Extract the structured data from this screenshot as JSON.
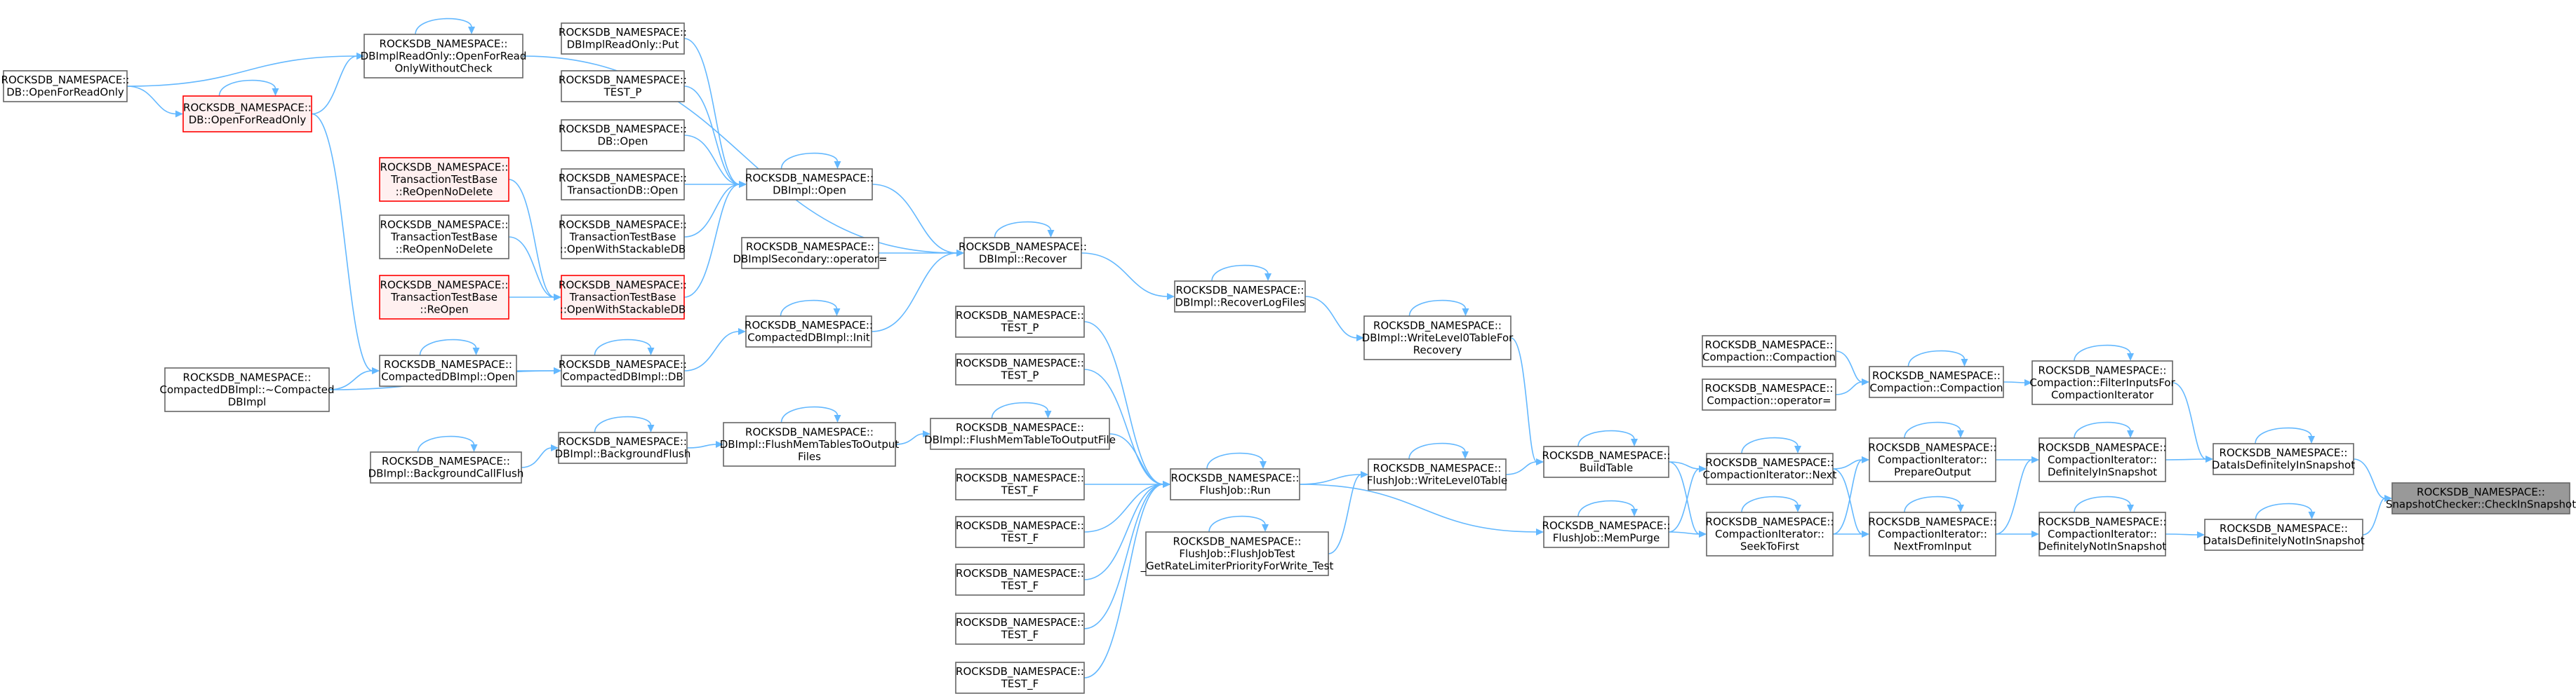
{
  "colors": {
    "edge": "#63b8ff",
    "normal_fill": "#ffffff",
    "normal_stroke": "#666666",
    "truncated_fill": "#fff0f0",
    "truncated_stroke": "#ff0000",
    "root_fill": "#999999",
    "root_stroke": "#666666"
  },
  "nodes": [
    {
      "id": "n1",
      "kind": "normal",
      "lines": [
        "ROCKSDB_NAMESPACE::",
        "DB::OpenForReadOnly"
      ]
    },
    {
      "id": "n2",
      "kind": "truncated",
      "lines": [
        "ROCKSDB_NAMESPACE::",
        "DB::OpenForReadOnly"
      ]
    },
    {
      "id": "n3",
      "kind": "normal",
      "lines": [
        "ROCKSDB_NAMESPACE::",
        "DBImplReadOnly::OpenForRead",
        "OnlyWithoutCheck"
      ]
    },
    {
      "id": "n4",
      "kind": "normal",
      "lines": [
        "ROCKSDB_NAMESPACE::",
        "CompactedDBImpl::~Compacted",
        "DBImpl"
      ]
    },
    {
      "id": "n5",
      "kind": "normal",
      "lines": [
        "ROCKSDB_NAMESPACE::",
        "CompactedDBImpl::Open"
      ]
    },
    {
      "id": "n6",
      "kind": "normal",
      "lines": [
        "ROCKSDB_NAMESPACE::",
        "DBImpl::BackgroundCallFlush"
      ]
    },
    {
      "id": "n7",
      "kind": "truncated",
      "lines": [
        "ROCKSDB_NAMESPACE::",
        "TransactionTestBase",
        "::ReOpenNoDelete"
      ]
    },
    {
      "id": "n8",
      "kind": "normal",
      "lines": [
        "ROCKSDB_NAMESPACE::",
        "TransactionTestBase",
        "::ReOpenNoDelete"
      ]
    },
    {
      "id": "n9",
      "kind": "truncated",
      "lines": [
        "ROCKSDB_NAMESPACE::",
        "TransactionTestBase",
        "::ReOpen"
      ]
    },
    {
      "id": "n10",
      "kind": "normal",
      "lines": [
        "ROCKSDB_NAMESPACE::",
        "DBImplReadOnly::Put"
      ]
    },
    {
      "id": "n11",
      "kind": "normal",
      "lines": [
        "ROCKSDB_NAMESPACE::",
        "TEST_P"
      ]
    },
    {
      "id": "n12",
      "kind": "normal",
      "lines": [
        "ROCKSDB_NAMESPACE::",
        "DB::Open"
      ]
    },
    {
      "id": "n13",
      "kind": "normal",
      "lines": [
        "ROCKSDB_NAMESPACE::",
        "TransactionDB::Open"
      ]
    },
    {
      "id": "n14",
      "kind": "normal",
      "lines": [
        "ROCKSDB_NAMESPACE::",
        "TransactionTestBase",
        "::OpenWithStackableDB"
      ]
    },
    {
      "id": "n15",
      "kind": "truncated",
      "lines": [
        "ROCKSDB_NAMESPACE::",
        "TransactionTestBase",
        "::OpenWithStackableDB"
      ]
    },
    {
      "id": "n16",
      "kind": "normal",
      "lines": [
        "ROCKSDB_NAMESPACE::",
        "CompactedDBImpl::DB"
      ]
    },
    {
      "id": "n17",
      "kind": "normal",
      "lines": [
        "ROCKSDB_NAMESPACE::",
        "DBImpl::BackgroundFlush"
      ]
    },
    {
      "id": "n18",
      "kind": "normal",
      "lines": [
        "ROCKSDB_NAMESPACE::",
        "DBImpl::Open"
      ]
    },
    {
      "id": "n19",
      "kind": "normal",
      "lines": [
        "ROCKSDB_NAMESPACE::",
        "DBImplSecondary::operator="
      ]
    },
    {
      "id": "n20",
      "kind": "normal",
      "lines": [
        "ROCKSDB_NAMESPACE::",
        "CompactedDBImpl::Init"
      ]
    },
    {
      "id": "n21",
      "kind": "normal",
      "lines": [
        "ROCKSDB_NAMESPACE::",
        "DBImpl::FlushMemTablesToOutput",
        "Files"
      ]
    },
    {
      "id": "n22",
      "kind": "normal",
      "lines": [
        "ROCKSDB_NAMESPACE::",
        "DBImpl::Recover"
      ]
    },
    {
      "id": "n23",
      "kind": "normal",
      "lines": [
        "ROCKSDB_NAMESPACE::",
        "TEST_P"
      ]
    },
    {
      "id": "n24",
      "kind": "normal",
      "lines": [
        "ROCKSDB_NAMESPACE::",
        "TEST_P"
      ]
    },
    {
      "id": "n25",
      "kind": "normal",
      "lines": [
        "ROCKSDB_NAMESPACE::",
        "DBImpl::FlushMemTableToOutputFile"
      ]
    },
    {
      "id": "n26",
      "kind": "normal",
      "lines": [
        "ROCKSDB_NAMESPACE::",
        "TEST_F"
      ]
    },
    {
      "id": "n27",
      "kind": "normal",
      "lines": [
        "ROCKSDB_NAMESPACE::",
        "TEST_F"
      ]
    },
    {
      "id": "n28",
      "kind": "normal",
      "lines": [
        "ROCKSDB_NAMESPACE::",
        "TEST_F"
      ]
    },
    {
      "id": "n29",
      "kind": "normal",
      "lines": [
        "ROCKSDB_NAMESPACE::",
        "TEST_F"
      ]
    },
    {
      "id": "n30",
      "kind": "normal",
      "lines": [
        "ROCKSDB_NAMESPACE::",
        "TEST_F"
      ]
    },
    {
      "id": "n31",
      "kind": "normal",
      "lines": [
        "ROCKSDB_NAMESPACE::",
        "DBImpl::RecoverLogFiles"
      ]
    },
    {
      "id": "n32",
      "kind": "normal",
      "lines": [
        "ROCKSDB_NAMESPACE::",
        "FlushJob::Run"
      ]
    },
    {
      "id": "n33",
      "kind": "normal",
      "lines": [
        "ROCKSDB_NAMESPACE::",
        "FlushJob::FlushJobTest",
        "_GetRateLimiterPriorityForWrite_Test"
      ]
    },
    {
      "id": "n34",
      "kind": "normal",
      "lines": [
        "ROCKSDB_NAMESPACE::",
        "DBImpl::WriteLevel0TableFor",
        "Recovery"
      ]
    },
    {
      "id": "n35",
      "kind": "normal",
      "lines": [
        "ROCKSDB_NAMESPACE::",
        "FlushJob::WriteLevel0Table"
      ]
    },
    {
      "id": "n36",
      "kind": "normal",
      "lines": [
        "ROCKSDB_NAMESPACE::",
        "BuildTable"
      ]
    },
    {
      "id": "n37",
      "kind": "normal",
      "lines": [
        "ROCKSDB_NAMESPACE::",
        "FlushJob::MemPurge"
      ]
    },
    {
      "id": "n38",
      "kind": "normal",
      "lines": [
        "ROCKSDB_NAMESPACE::",
        "Compaction::Compaction"
      ]
    },
    {
      "id": "n39",
      "kind": "normal",
      "lines": [
        "ROCKSDB_NAMESPACE::",
        "Compaction::operator="
      ]
    },
    {
      "id": "n40",
      "kind": "normal",
      "lines": [
        "ROCKSDB_NAMESPACE::",
        "CompactionIterator::Next"
      ]
    },
    {
      "id": "n41",
      "kind": "normal",
      "lines": [
        "ROCKSDB_NAMESPACE::",
        "CompactionIterator::",
        "SeekToFirst"
      ]
    },
    {
      "id": "n42",
      "kind": "normal",
      "lines": [
        "ROCKSDB_NAMESPACE::",
        "Compaction::Compaction"
      ]
    },
    {
      "id": "n43",
      "kind": "normal",
      "lines": [
        "ROCKSDB_NAMESPACE::",
        "CompactionIterator::",
        "PrepareOutput"
      ]
    },
    {
      "id": "n44",
      "kind": "normal",
      "lines": [
        "ROCKSDB_NAMESPACE::",
        "CompactionIterator::",
        "NextFromInput"
      ]
    },
    {
      "id": "n45",
      "kind": "normal",
      "lines": [
        "ROCKSDB_NAMESPACE::",
        "Compaction::FilterInputsFor",
        "CompactionIterator"
      ]
    },
    {
      "id": "n46",
      "kind": "normal",
      "lines": [
        "ROCKSDB_NAMESPACE::",
        "CompactionIterator::",
        "DefinitelyInSnapshot"
      ]
    },
    {
      "id": "n47",
      "kind": "normal",
      "lines": [
        "ROCKSDB_NAMESPACE::",
        "CompactionIterator::",
        "DefinitelyNotInSnapshot"
      ]
    },
    {
      "id": "n48",
      "kind": "normal",
      "lines": [
        "ROCKSDB_NAMESPACE::",
        "DataIsDefinitelyInSnapshot"
      ]
    },
    {
      "id": "n49",
      "kind": "normal",
      "lines": [
        "ROCKSDB_NAMESPACE::",
        "DataIsDefinitelyNotInSnapshot"
      ]
    },
    {
      "id": "n50",
      "kind": "root",
      "lines": [
        "ROCKSDB_NAMESPACE::",
        "SnapshotChecker::CheckInSnapshot"
      ]
    }
  ],
  "edges": [
    [
      "n50",
      "n48"
    ],
    [
      "n50",
      "n49"
    ],
    [
      "n48",
      "n46"
    ],
    [
      "n48",
      "n45"
    ],
    [
      "n49",
      "n47"
    ],
    [
      "n46",
      "n43"
    ],
    [
      "n46",
      "n44"
    ],
    [
      "n47",
      "n44"
    ],
    [
      "n45",
      "n42"
    ],
    [
      "n42",
      "n38"
    ],
    [
      "n42",
      "n39"
    ],
    [
      "n43",
      "n40"
    ],
    [
      "n43",
      "n41"
    ],
    [
      "n44",
      "n40"
    ],
    [
      "n44",
      "n41"
    ],
    [
      "n40",
      "n36"
    ],
    [
      "n40",
      "n37"
    ],
    [
      "n41",
      "n36"
    ],
    [
      "n41",
      "n37"
    ],
    [
      "n36",
      "n34"
    ],
    [
      "n36",
      "n35"
    ],
    [
      "n37",
      "n32"
    ],
    [
      "n35",
      "n32"
    ],
    [
      "n35",
      "n33"
    ],
    [
      "n34",
      "n31"
    ],
    [
      "n31",
      "n22"
    ],
    [
      "n32",
      "n25"
    ],
    [
      "n32",
      "n23"
    ],
    [
      "n32",
      "n24"
    ],
    [
      "n32",
      "n26"
    ],
    [
      "n32",
      "n27"
    ],
    [
      "n32",
      "n28"
    ],
    [
      "n32",
      "n29"
    ],
    [
      "n32",
      "n30"
    ],
    [
      "n25",
      "n21"
    ],
    [
      "n21",
      "n17"
    ],
    [
      "n17",
      "n6"
    ],
    [
      "n22",
      "n18"
    ],
    [
      "n22",
      "n19"
    ],
    [
      "n22",
      "n20"
    ],
    [
      "n22",
      "n3"
    ],
    [
      "n18",
      "n10"
    ],
    [
      "n18",
      "n11"
    ],
    [
      "n18",
      "n12"
    ],
    [
      "n18",
      "n13"
    ],
    [
      "n18",
      "n14"
    ],
    [
      "n18",
      "n15"
    ],
    [
      "n15",
      "n7"
    ],
    [
      "n15",
      "n8"
    ],
    [
      "n15",
      "n9"
    ],
    [
      "n20",
      "n16"
    ],
    [
      "n16",
      "n5"
    ],
    [
      "n16",
      "n4"
    ],
    [
      "n5",
      "n4"
    ],
    [
      "n5",
      "n2"
    ],
    [
      "n3",
      "n2"
    ],
    [
      "n3",
      "n1"
    ],
    [
      "n2",
      "n1"
    ]
  ],
  "self_loops": [
    "n2",
    "n3",
    "n5",
    "n6",
    "n16",
    "n17",
    "n18",
    "n20",
    "n21",
    "n22",
    "n25",
    "n31",
    "n32",
    "n33",
    "n34",
    "n35",
    "n36",
    "n37",
    "n40",
    "n41",
    "n42",
    "n43",
    "n44",
    "n45",
    "n46",
    "n47",
    "n48",
    "n49"
  ]
}
